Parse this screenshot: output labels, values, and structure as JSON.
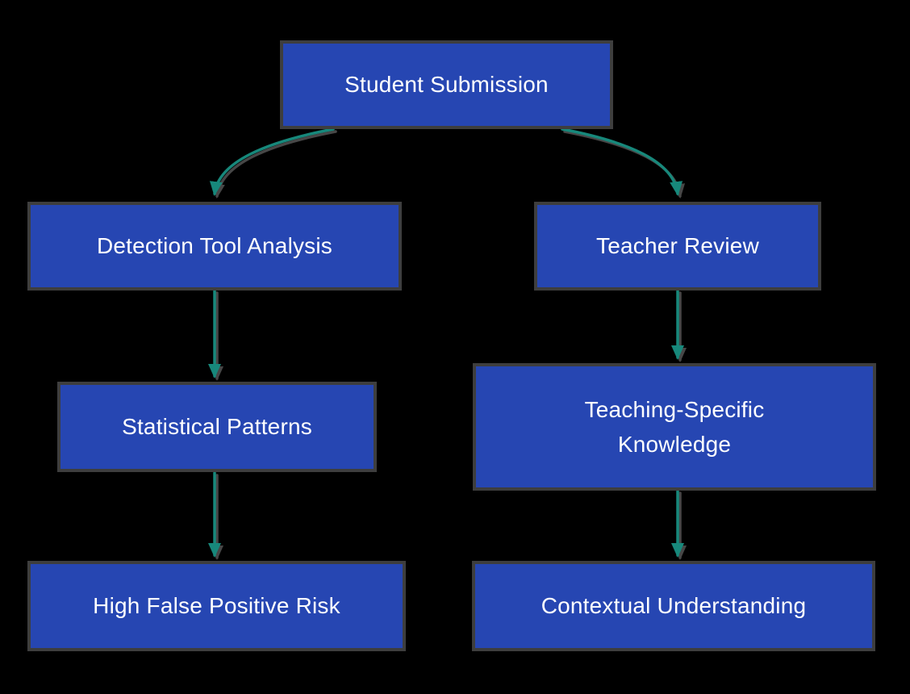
{
  "diagram": {
    "type": "flowchart",
    "direction": "top-down",
    "colors": {
      "background": "#000000",
      "node_fill": "#2646b2",
      "node_border": "#3e3e3e",
      "node_text": "#ffffff",
      "arrow": "#17887b"
    },
    "nodes": [
      {
        "id": "student-submission",
        "label": "Student Submission"
      },
      {
        "id": "detection-tool-analysis",
        "label": "Detection Tool Analysis"
      },
      {
        "id": "teacher-review",
        "label": "Teacher Review"
      },
      {
        "id": "statistical-patterns",
        "label": "Statistical Patterns"
      },
      {
        "id": "teaching-specific-knowledge",
        "label": "Teaching-Specific Knowledge"
      },
      {
        "id": "high-false-positive-risk",
        "label": "High False Positive Risk"
      },
      {
        "id": "contextual-understanding",
        "label": "Contextual Understanding"
      }
    ],
    "edges": [
      {
        "from": "student-submission",
        "to": "detection-tool-analysis"
      },
      {
        "from": "student-submission",
        "to": "teacher-review"
      },
      {
        "from": "detection-tool-analysis",
        "to": "statistical-patterns"
      },
      {
        "from": "statistical-patterns",
        "to": "high-false-positive-risk"
      },
      {
        "from": "teacher-review",
        "to": "teaching-specific-knowledge"
      },
      {
        "from": "teaching-specific-knowledge",
        "to": "contextual-understanding"
      }
    ]
  }
}
